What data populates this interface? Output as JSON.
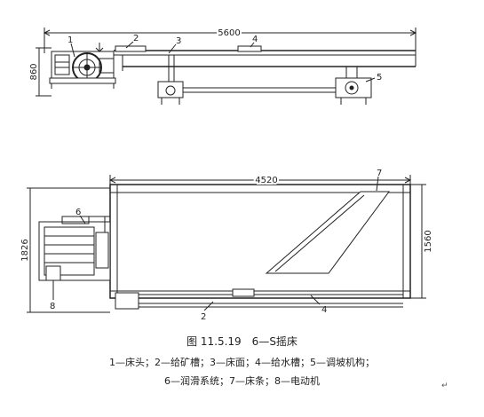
{
  "top_view": {
    "length_dim": "5600",
    "height_dim": "860",
    "callouts": [
      "1",
      "2",
      "3",
      "4",
      "5"
    ]
  },
  "bottom_view": {
    "length_dim": "4520",
    "width_dim": "1560",
    "overall_dim": "1826",
    "callouts": [
      "6",
      "7",
      "2",
      "4",
      "8"
    ]
  },
  "caption": {
    "title": "图 11.5.19　6—S摇床",
    "line1": "1—床头；2—给矿槽；3—床面；4—给水槽；5—调坡机构；",
    "line2": "6—润滑系统；7—床条；8—电动机"
  },
  "return_mark": "↵"
}
